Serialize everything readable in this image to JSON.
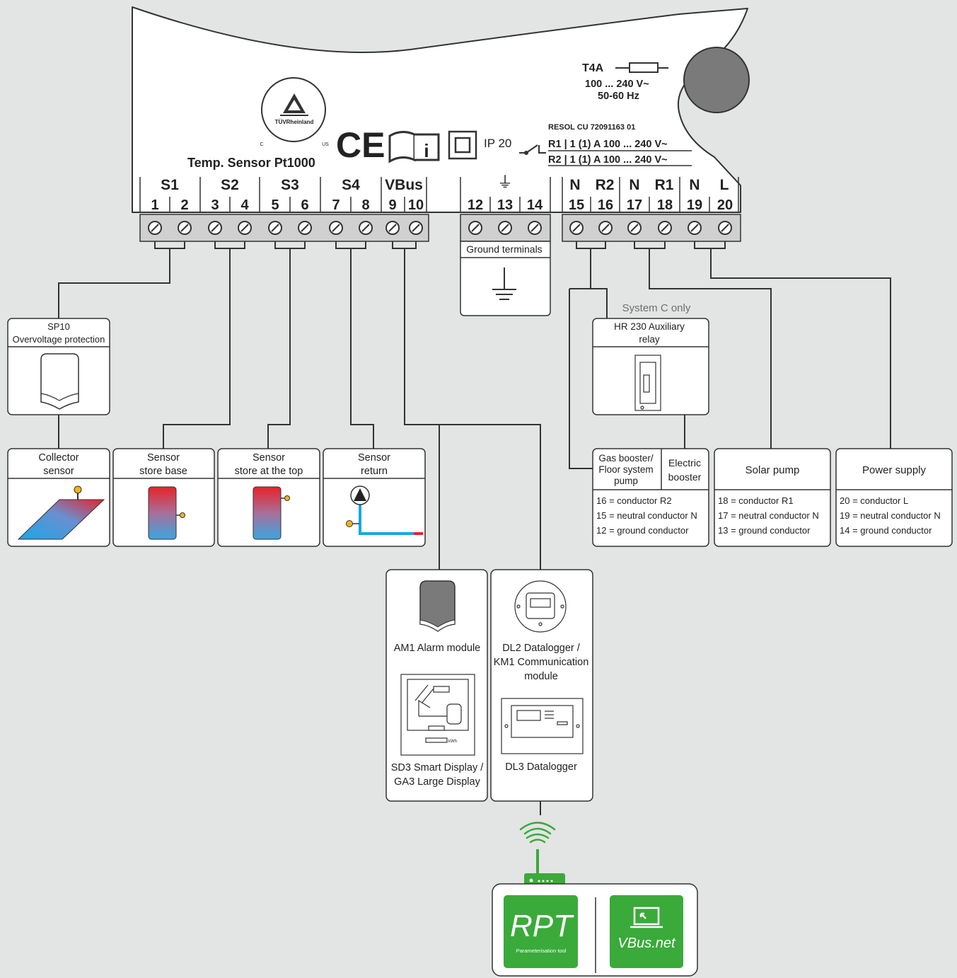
{
  "controller": {
    "fuse": "T4A",
    "voltage": "100 ... 240 V~",
    "frequency": "50-60 Hz",
    "manufacturer_line": "RESOL CU 72091163 01",
    "relay_r1": "R1 | 1 (1) A 100 ... 240 V~",
    "relay_r2": "R2 | 1 (1) A 100 ... 240 V~",
    "ip_rating": "IP 20",
    "sensor_type": "Temp. Sensor Pt1000",
    "tuv": "TÜVRheinland",
    "tuv_c": "C",
    "tuv_us": "US",
    "ce": "CE",
    "info": "i",
    "ground_symbol": "⏚"
  },
  "terminal_groups": [
    "S1",
    "S2",
    "S3",
    "S4",
    "VBus",
    "N",
    "R2",
    "N",
    "R1",
    "N",
    "L"
  ],
  "terminal_numbers": [
    "1",
    "2",
    "3",
    "4",
    "5",
    "6",
    "7",
    "8",
    "9",
    "10",
    "12",
    "13",
    "14",
    "15",
    "16",
    "17",
    "18",
    "19",
    "20"
  ],
  "ground_box": {
    "title": "Ground terminals"
  },
  "sp10": {
    "title_line1": "SP10",
    "title_line2": "Overvoltage protection"
  },
  "sensors": [
    {
      "line1": "Collector",
      "line2": "sensor"
    },
    {
      "line1": "Sensor",
      "line2": "store base"
    },
    {
      "line1": "Sensor",
      "line2": "store at the top"
    },
    {
      "line1": "Sensor",
      "line2": "return"
    }
  ],
  "system_c_note": "System C only",
  "hr230": {
    "line1": "HR 230 Auxiliary",
    "line2": "relay"
  },
  "booster": {
    "left_line1": "Gas booster/",
    "left_line2": "Floor system",
    "left_line3": "pump",
    "right_line1": "Electric",
    "right_line2": "booster",
    "conn1": "16 = conductor R2",
    "conn2": "15 = neutral conductor N",
    "conn3": "12 = ground conductor"
  },
  "solar_pump": {
    "title": "Solar pump",
    "conn1": "18 = conductor R1",
    "conn2": "17 = neutral conductor N",
    "conn3": "13 = ground conductor"
  },
  "power_supply": {
    "title": "Power supply",
    "conn1": "20 = conductor L",
    "conn2": "19 = neutral conductor N",
    "conn3": "14 = ground conductor"
  },
  "modules": {
    "am1": "AM1 Alarm module",
    "sd3_line1": "SD3 Smart Display /",
    "sd3_line2": "GA3 Large Display",
    "dl2_line1": "DL2 Datalogger /",
    "dl2_line2": "KM1 Communication",
    "dl2_line3": "module",
    "dl3": "DL3 Datalogger",
    "kwh": "kWh"
  },
  "apps": {
    "rpt_logo": "RPT",
    "rpt_caption": "Parameterisation tool",
    "vbus_logo": "VBus.net"
  },
  "colors": {
    "background": "#e3e4e4",
    "app_green": "#3aaa3a",
    "sensor_dot": "#f2b21a",
    "line": "#333333",
    "terminal_block": "#d0d0d0"
  }
}
